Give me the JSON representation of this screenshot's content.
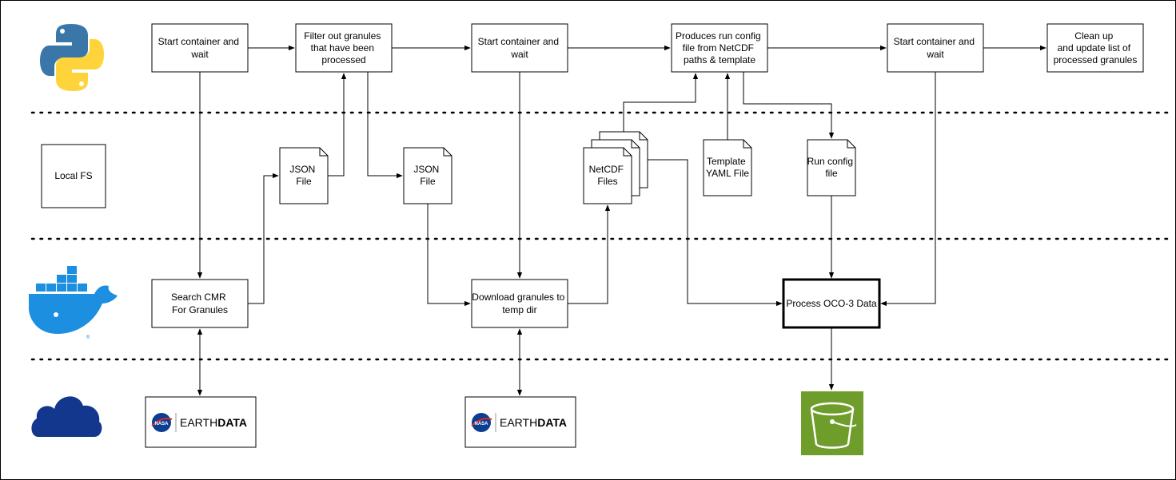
{
  "lanes": {
    "local_fs_label": "Local FS"
  },
  "python_steps": {
    "start1": [
      "Start container and",
      "wait"
    ],
    "filter": [
      "Filter out granules",
      "that have been",
      "processed"
    ],
    "start2": [
      "Start container and",
      "wait"
    ],
    "produce": [
      "Produces run config",
      "file from NetCDF",
      "paths & template"
    ],
    "start3": [
      "Start container and",
      "wait"
    ],
    "cleanup": [
      "Clean up",
      "and update list of",
      "processed granules"
    ]
  },
  "files": {
    "json1": [
      "JSON",
      "File"
    ],
    "json2": [
      "JSON",
      "File"
    ],
    "netcdf": [
      "NetCDF",
      "Files"
    ],
    "template": [
      "Template",
      "YAML File"
    ],
    "runconfig": [
      "Run config",
      "file"
    ]
  },
  "docker_steps": {
    "search": [
      "Search CMR",
      "For Granules"
    ],
    "download": [
      "Download granules to",
      "temp dir"
    ],
    "process": [
      "Process OCO-3 Data"
    ]
  },
  "cloud": {
    "earthdata1": {
      "brand_small": "NASA",
      "brand_light": "EARTH",
      "brand_bold": "DATA"
    },
    "earthdata2": {
      "brand_small": "NASA",
      "brand_light": "EARTH",
      "brand_bold": "DATA"
    },
    "s3_bucket_icon": "s3-bucket-icon",
    "cloud_icon": "cloud-icon"
  },
  "colors": {
    "python_blue": "#3a76a8",
    "python_yellow": "#ffd43b",
    "docker_blue": "#1d8fe1",
    "cloud_navy": "#12378c",
    "s3_green": "#6f9d2b",
    "nasa_blue": "#0b3d91",
    "nasa_red": "#d72a2a"
  }
}
